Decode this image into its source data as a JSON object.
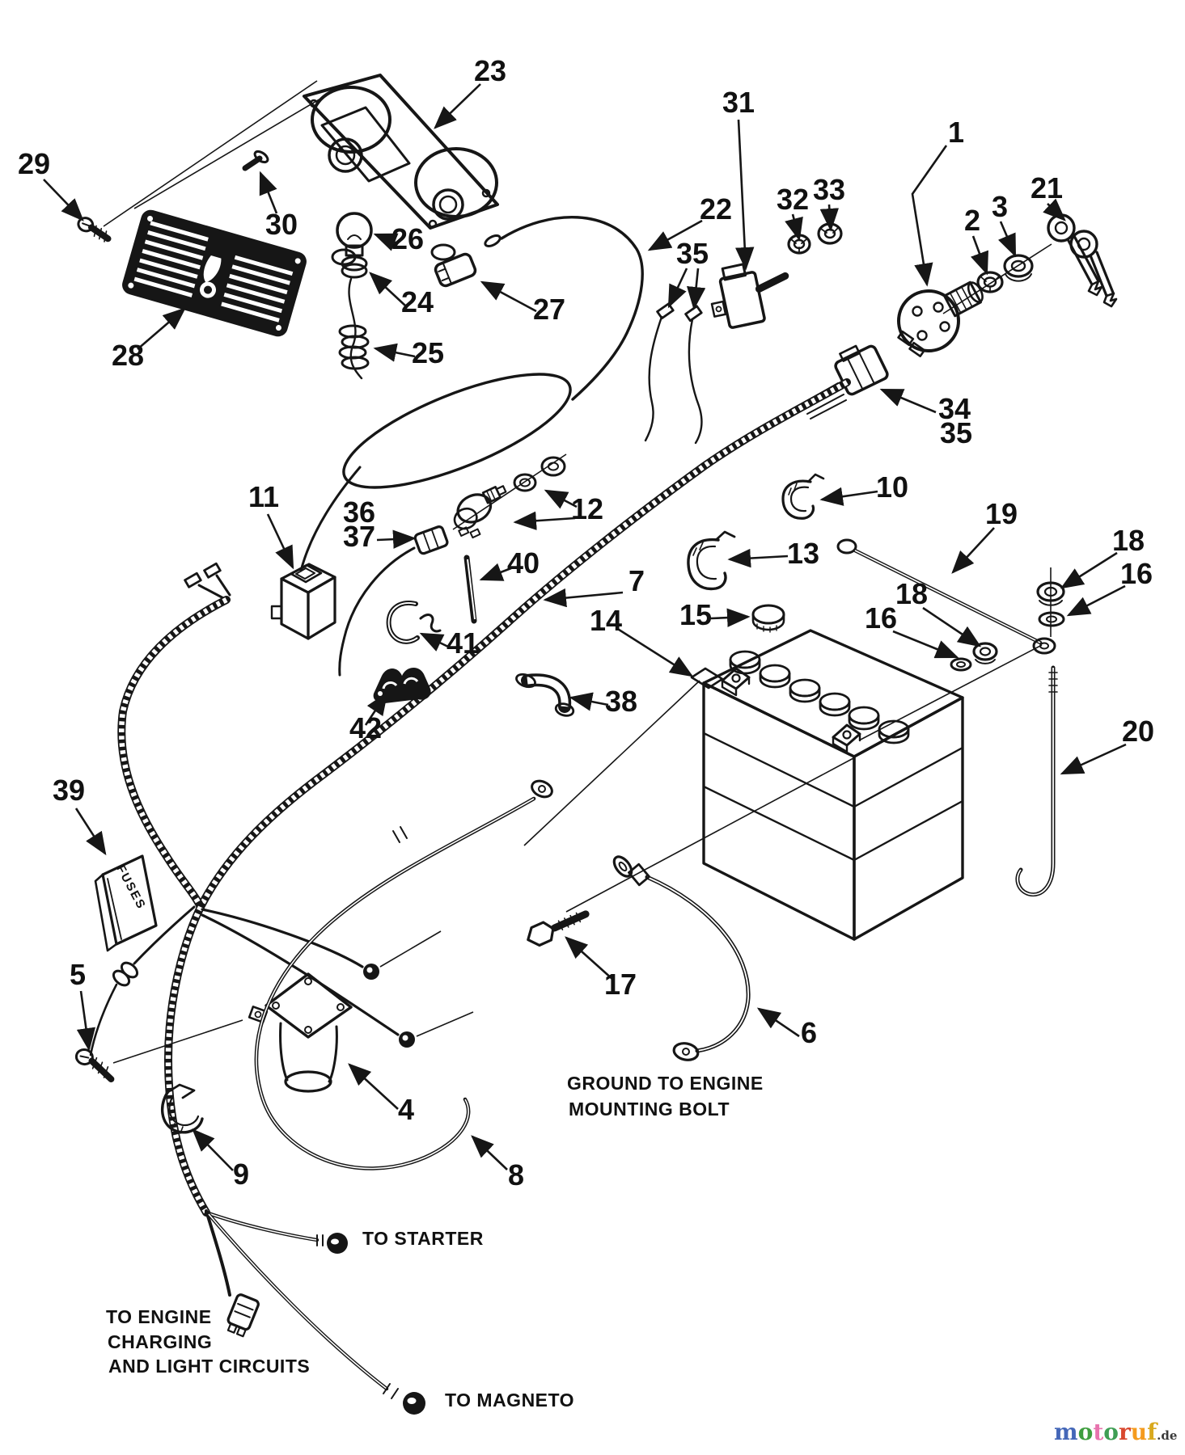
{
  "diagram": {
    "background_color": "#ffffff",
    "line_color": "#161616",
    "part_labels": [
      {
        "text": "23"
      },
      {
        "text": "29"
      },
      {
        "text": "30"
      },
      {
        "text": "26"
      },
      {
        "text": "24"
      },
      {
        "text": "25"
      },
      {
        "text": "28"
      },
      {
        "text": "27"
      },
      {
        "text": "22"
      },
      {
        "text": "31"
      },
      {
        "text": "32"
      },
      {
        "text": "33"
      },
      {
        "text": "35"
      },
      {
        "text": "1"
      },
      {
        "text": "2"
      },
      {
        "text": "3"
      },
      {
        "text": "21"
      },
      {
        "text": "34"
      },
      {
        "text": "35"
      },
      {
        "text": "10"
      },
      {
        "text": "13"
      },
      {
        "text": "19"
      },
      {
        "text": "18"
      },
      {
        "text": "16"
      },
      {
        "text": "11"
      },
      {
        "text": "36"
      },
      {
        "text": "37"
      },
      {
        "text": "12"
      },
      {
        "text": "40"
      },
      {
        "text": "7"
      },
      {
        "text": "14"
      },
      {
        "text": "15"
      },
      {
        "text": "18"
      },
      {
        "text": "16"
      },
      {
        "text": "41"
      },
      {
        "text": "42"
      },
      {
        "text": "38"
      },
      {
        "text": "20"
      },
      {
        "text": "39"
      },
      {
        "text": "5"
      },
      {
        "text": "17"
      },
      {
        "text": "6"
      },
      {
        "text": "4"
      },
      {
        "text": "9"
      },
      {
        "text": "8"
      }
    ],
    "annotations": [
      {
        "text": "GROUND TO ENGINE"
      },
      {
        "text": "MOUNTING BOLT"
      },
      {
        "text": "TO STARTER"
      },
      {
        "text": "TO ENGINE"
      },
      {
        "text": "CHARGING"
      },
      {
        "text": "AND LIGHT CIRCUITS"
      },
      {
        "text": "TO MAGNETO"
      }
    ],
    "component_text": {
      "fuse_box": "FUSES"
    },
    "watermark": {
      "letters": [
        {
          "ch": "m",
          "color": "#4467b8"
        },
        {
          "ch": "o",
          "color": "#3f9e3f"
        },
        {
          "ch": "t",
          "color": "#e873ae"
        },
        {
          "ch": "o",
          "color": "#3f9e54"
        },
        {
          "ch": "r",
          "color": "#d9482f"
        },
        {
          "ch": "u",
          "color": "#f59b1e"
        },
        {
          "ch": "f",
          "color": "#d9a91e"
        }
      ],
      "suffix": ".de",
      "suffix_color": "#3a3a3a"
    }
  }
}
